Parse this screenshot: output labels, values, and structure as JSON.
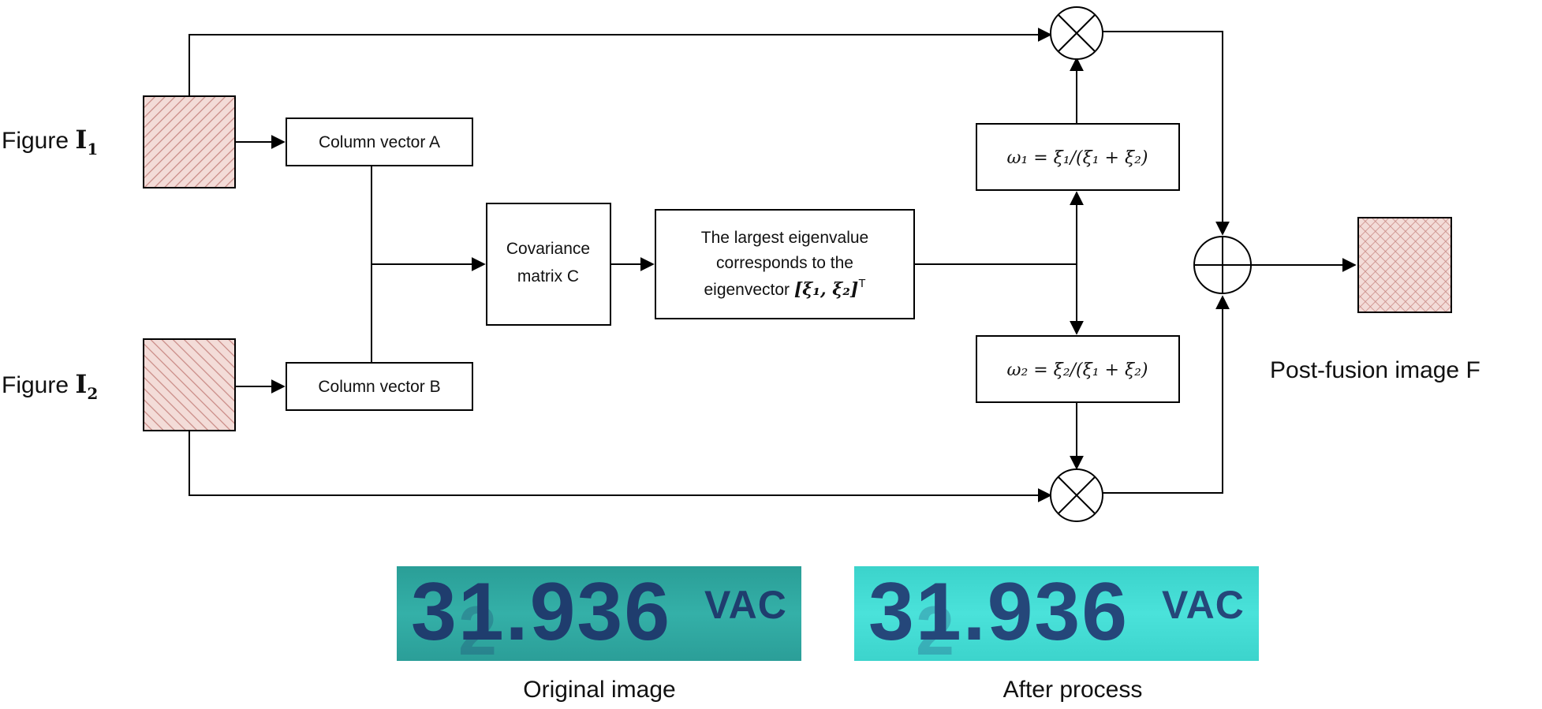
{
  "inputs": {
    "figure1_prefix": "Figure ",
    "figure1_symbol": "I",
    "figure1_sub": "1",
    "figure2_prefix": "Figure ",
    "figure2_symbol": "I",
    "figure2_sub": "2"
  },
  "boxes": {
    "column_a": "Column vector A",
    "column_b": "Column vector B",
    "covariance_line1": "Covariance",
    "covariance_line2": "matrix C",
    "eigen_line1": "The largest eigenvalue",
    "eigen_line2": "corresponds to the",
    "eigen_line3_prefix": "eigenvector ",
    "eigen_vector": "[ξ₁, ξ₂]",
    "eigen_superscript": "T",
    "weight1": "ω₁ = ξ₁/(ξ₁ + ξ₂)",
    "weight2": "ω₂ = ξ₂/(ξ₁ + ξ₂)"
  },
  "output": {
    "label": "Post-fusion image F"
  },
  "photos": {
    "original": {
      "reading": "31.936",
      "unit": "VAC",
      "caption": "Original image"
    },
    "processed": {
      "reading": "31.936",
      "unit": "VAC",
      "caption": "After process"
    }
  },
  "colors": {
    "hatch_stroke": "#c98b86",
    "hatch_fill": "#f3dcd8",
    "original_bg": "#2fa69e",
    "processed_bg": "#3fd8d0",
    "digit_color": "#1f3d6e"
  }
}
